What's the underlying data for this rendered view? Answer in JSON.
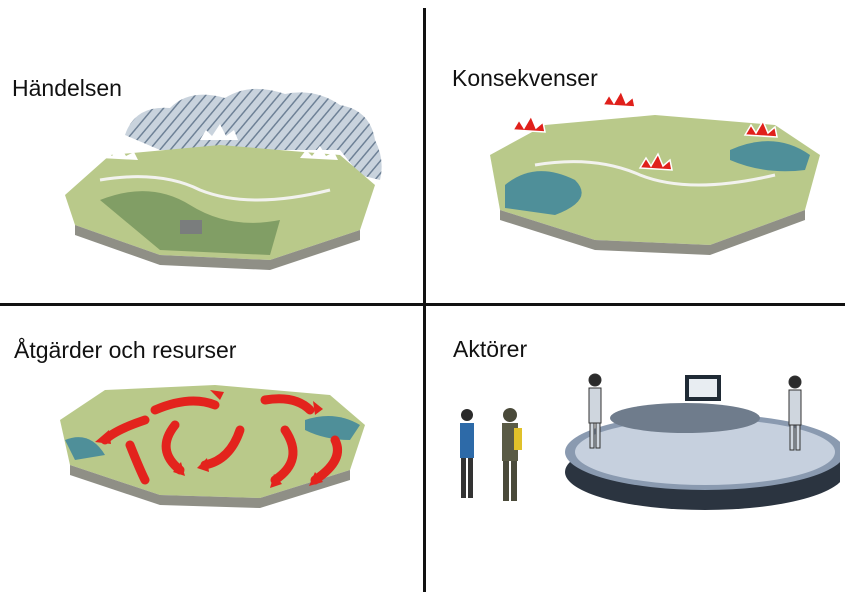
{
  "panels": [
    {
      "title": "Händelsen",
      "icon": "storm-landscape-icon"
    },
    {
      "title": "Konsekvenser",
      "icon": "impact-landscape-icon"
    },
    {
      "title": "Åtgärder och resurser",
      "icon": "response-landscape-icon"
    },
    {
      "title": "Aktörer",
      "icon": "actors-meeting-icon"
    }
  ],
  "colors": {
    "land": "#b9c98a",
    "forest": "#6f8f58",
    "water": "#4f8f99",
    "earth_side": "#8f8f86",
    "cloud": "#8ea0b3",
    "impact": "#e0201b",
    "arrow": "#e3231d",
    "platform": "#2b3440"
  }
}
